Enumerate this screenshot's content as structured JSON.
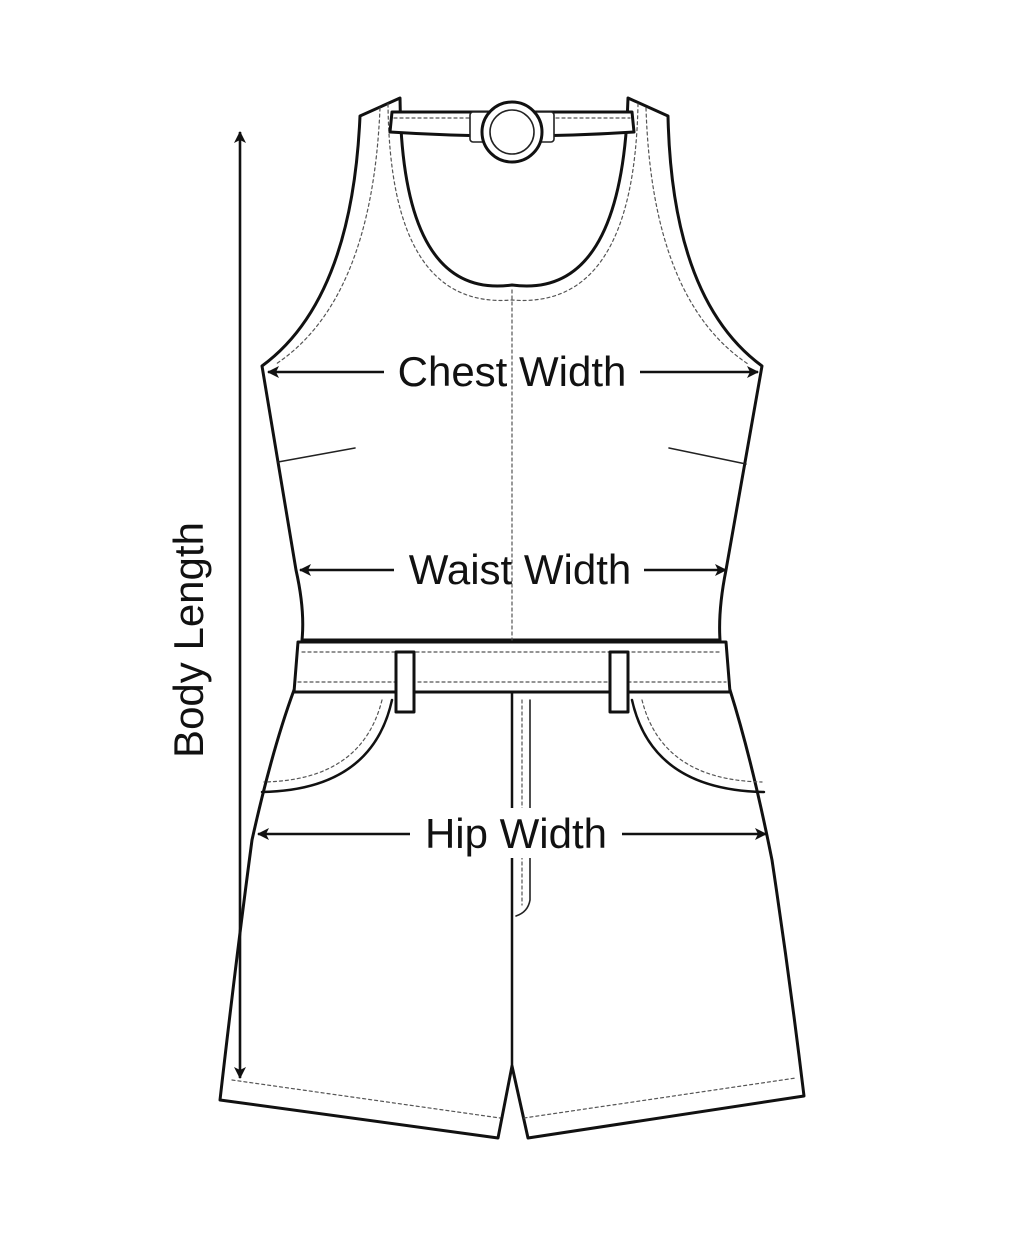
{
  "measurements": {
    "chest": "Chest Width",
    "waist": "Waist Width",
    "hip": "Hip Width",
    "body_length": "Body Length"
  }
}
